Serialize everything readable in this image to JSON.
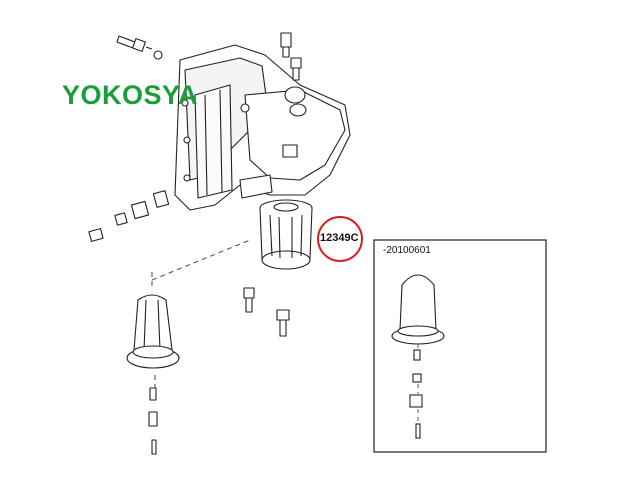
{
  "watermark": {
    "text": "YOKOSYA",
    "color": "#1a9e3a"
  },
  "callout": {
    "part_number": "12349C",
    "circle_color": "#d42020"
  },
  "inset": {
    "label": "-20100601"
  },
  "colors": {
    "line": "#222222",
    "dash": "#555555"
  },
  "icons": [
    "fuel-filter-assembly",
    "filter-element",
    "fitting"
  ]
}
